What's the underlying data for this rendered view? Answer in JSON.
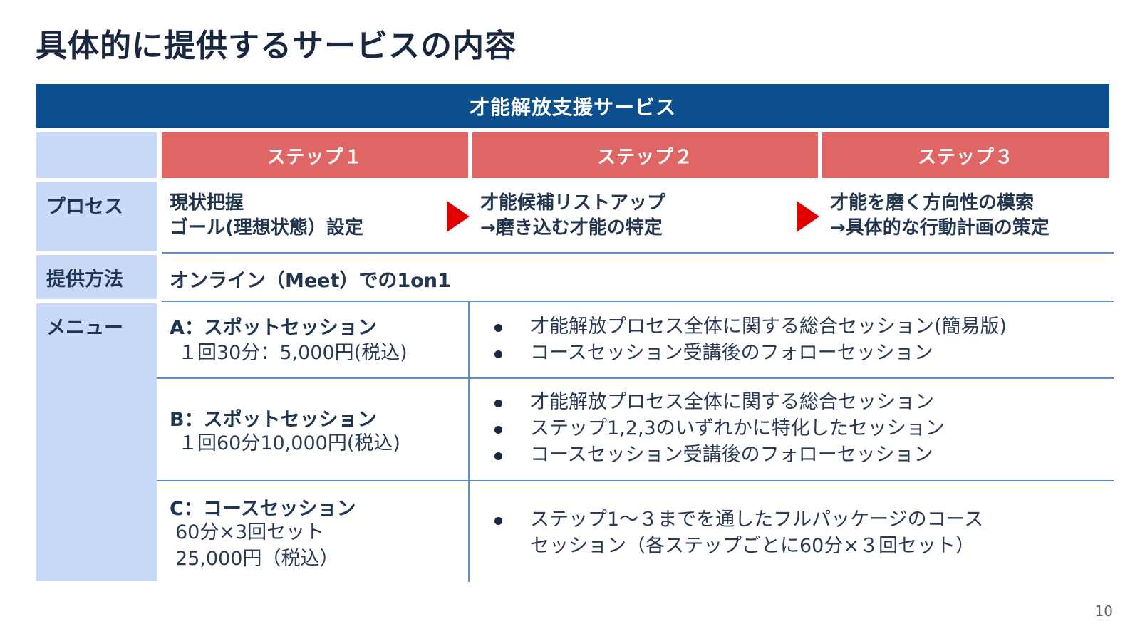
{
  "title": "具体的に提供するサービスの内容",
  "banner": "才能解放支援サービス",
  "steps": [
    "ステップ１",
    "ステップ２",
    "ステップ３"
  ],
  "labels": {
    "process": "プロセス",
    "method": "提供方法",
    "menu": "メニュー"
  },
  "process": [
    [
      "現状把握",
      "ゴール(理想状態）設定"
    ],
    [
      "才能候補リストアップ",
      "→磨き込む才能の特定"
    ],
    [
      "才能を磨く方向性の模索",
      "→具体的な行動計画の策定"
    ]
  ],
  "method": "オンライン（Meet）での1on1",
  "menu": [
    {
      "title": "A：スポットセッション",
      "price": [
        "１回30分：5,000円(税込)"
      ],
      "bullets": [
        "才能解放プロセス全体に関する総合セッション(簡易版)",
        "コースセッション受講後のフォローセッション"
      ]
    },
    {
      "title": "B：スポットセッション",
      "price": [
        "１回60分10,000円(税込)"
      ],
      "bullets": [
        "才能解放プロセス全体に関する総合セッション",
        "ステップ1,2,3のいずれかに特化したセッション",
        "コースセッション受講後のフォローセッション"
      ]
    },
    {
      "title": "C：コースセッション",
      "price": [
        "60分×3回セット",
        "25,000円（税込）"
      ],
      "bullets": [
        "ステップ1～３までを通したフルパッケージのコース",
        "セッション（各ステップごとに60分×３回セット）"
      ]
    }
  ],
  "page_number": "10"
}
